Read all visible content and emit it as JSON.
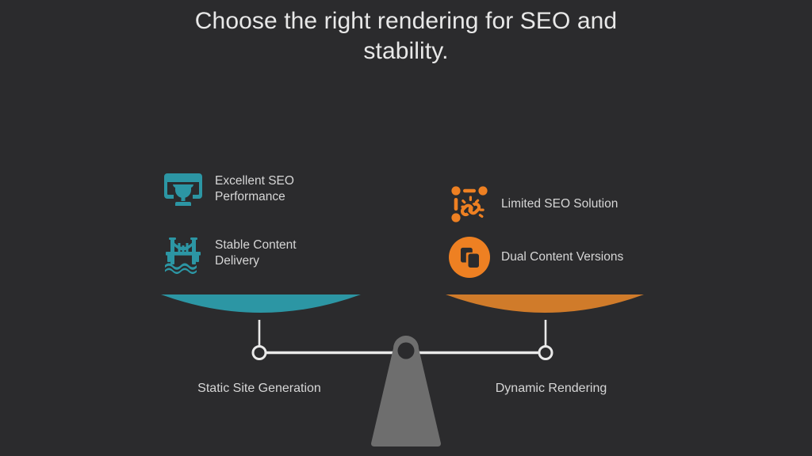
{
  "slide": {
    "title": "Choose the right rendering for SEO and stability.",
    "background_color": "#2b2b2d",
    "text_color": "#d6d6d6"
  },
  "left_side": {
    "name": "Static Site Generation",
    "accent_color": "#2c96a4",
    "pan_label": "Static Site Generation",
    "features": [
      {
        "icon": "browser-trophy-icon",
        "label": "Excellent SEO\nPerformance"
      },
      {
        "icon": "bridge-icon",
        "label": "Stable Content\nDelivery"
      }
    ]
  },
  "right_side": {
    "name": "Dynamic Rendering",
    "accent_color": "#d07b2a",
    "pan_label": "Dynamic Rendering",
    "features": [
      {
        "icon": "broken-link-icon",
        "label": "Limited SEO Solution"
      },
      {
        "icon": "duplicate-pages-icon",
        "label": "Dual Content Versions"
      }
    ]
  },
  "scale": {
    "beam_color": "#e9e9e9",
    "fulcrum_color": "#6e6e6e",
    "left_pan_color": "#2c96a4",
    "right_pan_color": "#d07b2a"
  }
}
